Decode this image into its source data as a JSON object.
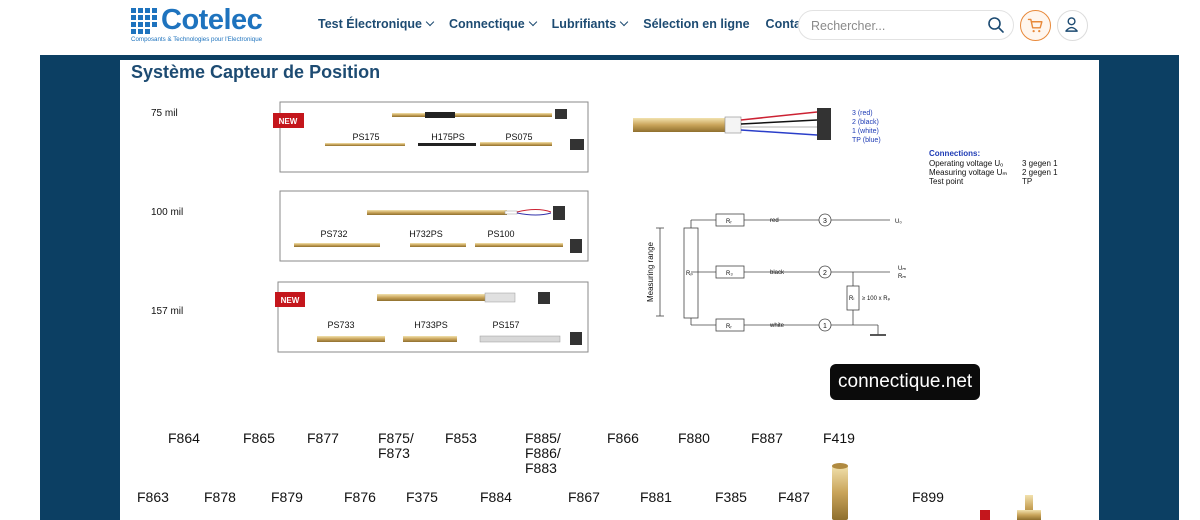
{
  "brand": {
    "name": "Cotelec",
    "tagline": "Composants & Technologies pour l'Electronique",
    "color": "#1e73be"
  },
  "nav": {
    "items": [
      {
        "label": "Test Électronique",
        "has_dropdown": true
      },
      {
        "label": "Connectique",
        "has_dropdown": true
      },
      {
        "label": "Lubrifiants",
        "has_dropdown": true
      },
      {
        "label": "Sélection en ligne",
        "has_dropdown": false
      },
      {
        "label": "Contact",
        "has_dropdown": false
      }
    ]
  },
  "search": {
    "placeholder": "Rechercher...",
    "value": "",
    "icon": "search-icon"
  },
  "actions": {
    "cart_icon": "cart-icon",
    "account_icon": "user-icon",
    "accent": "#e8893a"
  },
  "panel": {
    "title": "Système Capteur de Position",
    "sizes": [
      {
        "label": "75 mil",
        "new": true,
        "parts": [
          "PS175",
          "H175PS",
          "PS075"
        ]
      },
      {
        "label": "100 mil",
        "new": false,
        "parts": [
          "PS732",
          "H732PS",
          "PS100"
        ]
      },
      {
        "label": "157 mil",
        "new": true,
        "parts": [
          "PS733",
          "H733PS",
          "PS157"
        ]
      }
    ],
    "new_label": "NEW",
    "wire_legend": [
      "3 (red)",
      "2 (black)",
      "1 (white)",
      "TP (blue)"
    ],
    "connections": {
      "heading": "Connections:",
      "rows": [
        {
          "name": "Operating voltage Uₒ",
          "value": "3 gegen 1"
        },
        {
          "name": "Measuring voltage Uₘ",
          "value": "2 gegen 1"
        },
        {
          "name": "Test point",
          "value": "TP"
        }
      ]
    },
    "circuit": {
      "axis_label": "Measuring range",
      "rp": "Rₚ",
      "resistors": [
        "Rᵣ",
        "R₃",
        "Rᵣ"
      ],
      "wires": [
        "red",
        "black",
        "white"
      ],
      "nodes": [
        "3",
        "2",
        "1"
      ],
      "u0": "U₀",
      "um": "Uₘ",
      "rm": "Rₘ",
      "rl": "Rₗ",
      "rl_note": "≥ 100 x Rₚ"
    },
    "catalog_row1": [
      "F864",
      "F865",
      "F877",
      "F875/ F873",
      "F853",
      "F885/ F886/ F883",
      "F866",
      "F880",
      "F887",
      "F419"
    ],
    "catalog_row2": [
      "F863",
      "F878",
      "F879",
      "F876",
      "F375",
      "F884",
      "F867",
      "F881",
      "F385",
      "F487",
      "F899"
    ]
  },
  "watermark": "connectique.net",
  "colors": {
    "band": "#0c3f63",
    "nav_text": "#1d4b72",
    "badge_red": "#c4161c"
  }
}
